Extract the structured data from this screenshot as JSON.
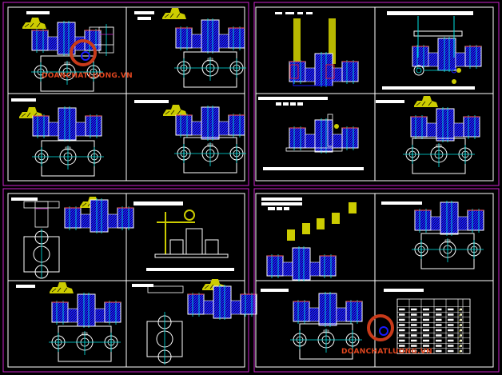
{
  "drawing": {
    "sheets": 4,
    "sheet_border_color": "#cc22cc",
    "frame_color": "#ffffff",
    "colors": {
      "hatch": "#1a1aff",
      "center": "#00e5e5",
      "fixture": "#cccc00",
      "cut": "#ff2020"
    }
  },
  "watermark": {
    "text_top": "DOANCHATLUONG.VN",
    "text_bottom": "DOANCHATLUONG.VN",
    "color": "#e0461f"
  },
  "table": {
    "rows": 9,
    "checkmark": "✓"
  }
}
